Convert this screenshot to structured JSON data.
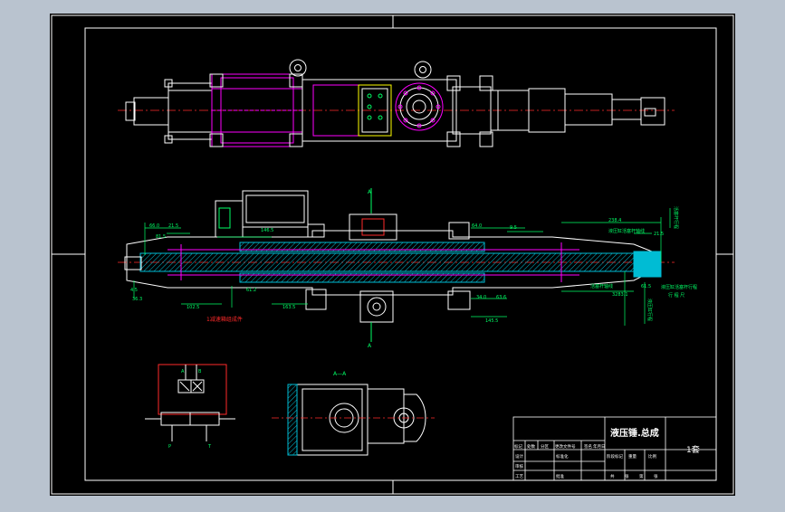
{
  "colors": {
    "background": "#b9c3cf",
    "sheet": "#000000",
    "frame": "#ffffff",
    "part": "#ffffff",
    "hatch": "#00bcd4",
    "magenta": "#ff00ff",
    "green": "#00ff66",
    "red": "#ff2a2a",
    "yellow": "#ffff00",
    "cyan": "#00ffff"
  },
  "section_marks": {
    "top": "A",
    "bottom": "A"
  },
  "section_view": {
    "title": "A—A"
  },
  "hydraulic_schematic": {
    "label_a": "A",
    "label_b": "B",
    "label_p": "P",
    "label_t": "T"
  },
  "dimensions": {
    "d1": "66.0",
    "d2": "21.5",
    "d3": "81.5",
    "d4": "146.5",
    "d5": "64.0",
    "d6": "9.5",
    "d7": "61.2",
    "d8": "102.5",
    "d9": "63.6",
    "d10": "145.5",
    "d11": "238.4",
    "d12": "21.5",
    "d13": "61.5",
    "d14": "3283.1",
    "d15": "4.5",
    "d16": "163.5",
    "d17": "36.3",
    "d18": "34.0"
  },
  "annotations": {
    "red_note": "1减速箱组成件",
    "note_top_right": "液压缸活塞杆轴线",
    "note_mid_right": "活塞杆轴线",
    "note_right_a": "液压缸活塞杆行程",
    "note_right_b": "行 程 尺",
    "note_vertical_a": "活塞杆行程",
    "note_vertical_b": "液压缸行程"
  },
  "title_block": {
    "title": "液压锤.总成",
    "quantity": "1套",
    "headers": [
      "标记",
      "处数",
      "分区",
      "更改文件号",
      "签名",
      "年月日"
    ],
    "row_design": [
      "设计",
      "",
      "标准化"
    ],
    "row_check": [
      "审核"
    ],
    "row_process": [
      "工艺",
      "",
      "批准"
    ],
    "stage_labels": [
      "阶段标记",
      "重量",
      "比例"
    ],
    "sheet_labels": [
      "共",
      "张",
      "第",
      "张"
    ]
  }
}
